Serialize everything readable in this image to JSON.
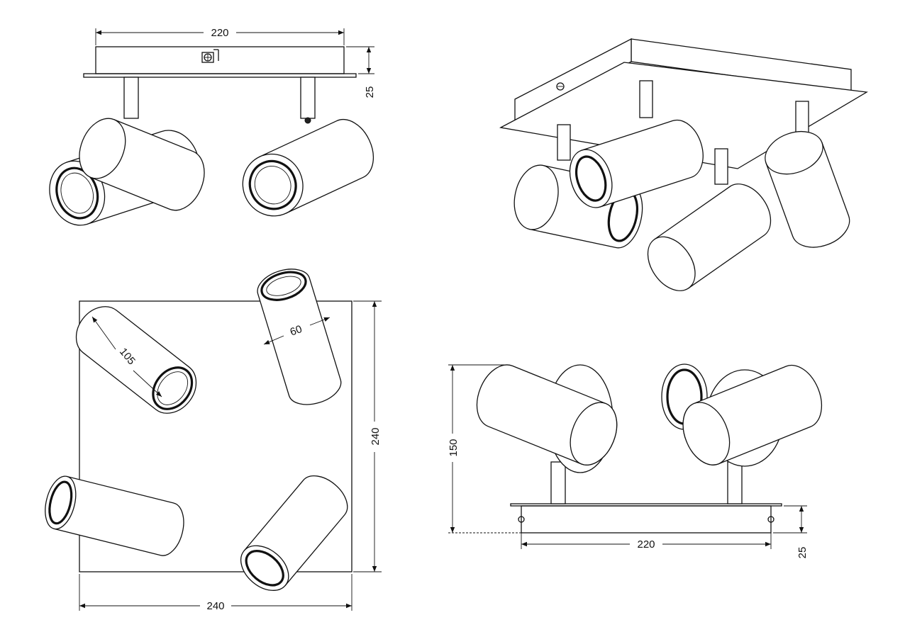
{
  "diagram": {
    "dimensions": {
      "side_view_width": "220",
      "side_view_height": "25",
      "top_view_width": "240",
      "top_view_height": "240",
      "spot_length": "105",
      "spot_diameter": "60",
      "front_view_height": "150",
      "front_view_width": "220",
      "front_view_plate_height": "25"
    },
    "colors": {
      "line": "#111111",
      "background": "#ffffff"
    }
  }
}
